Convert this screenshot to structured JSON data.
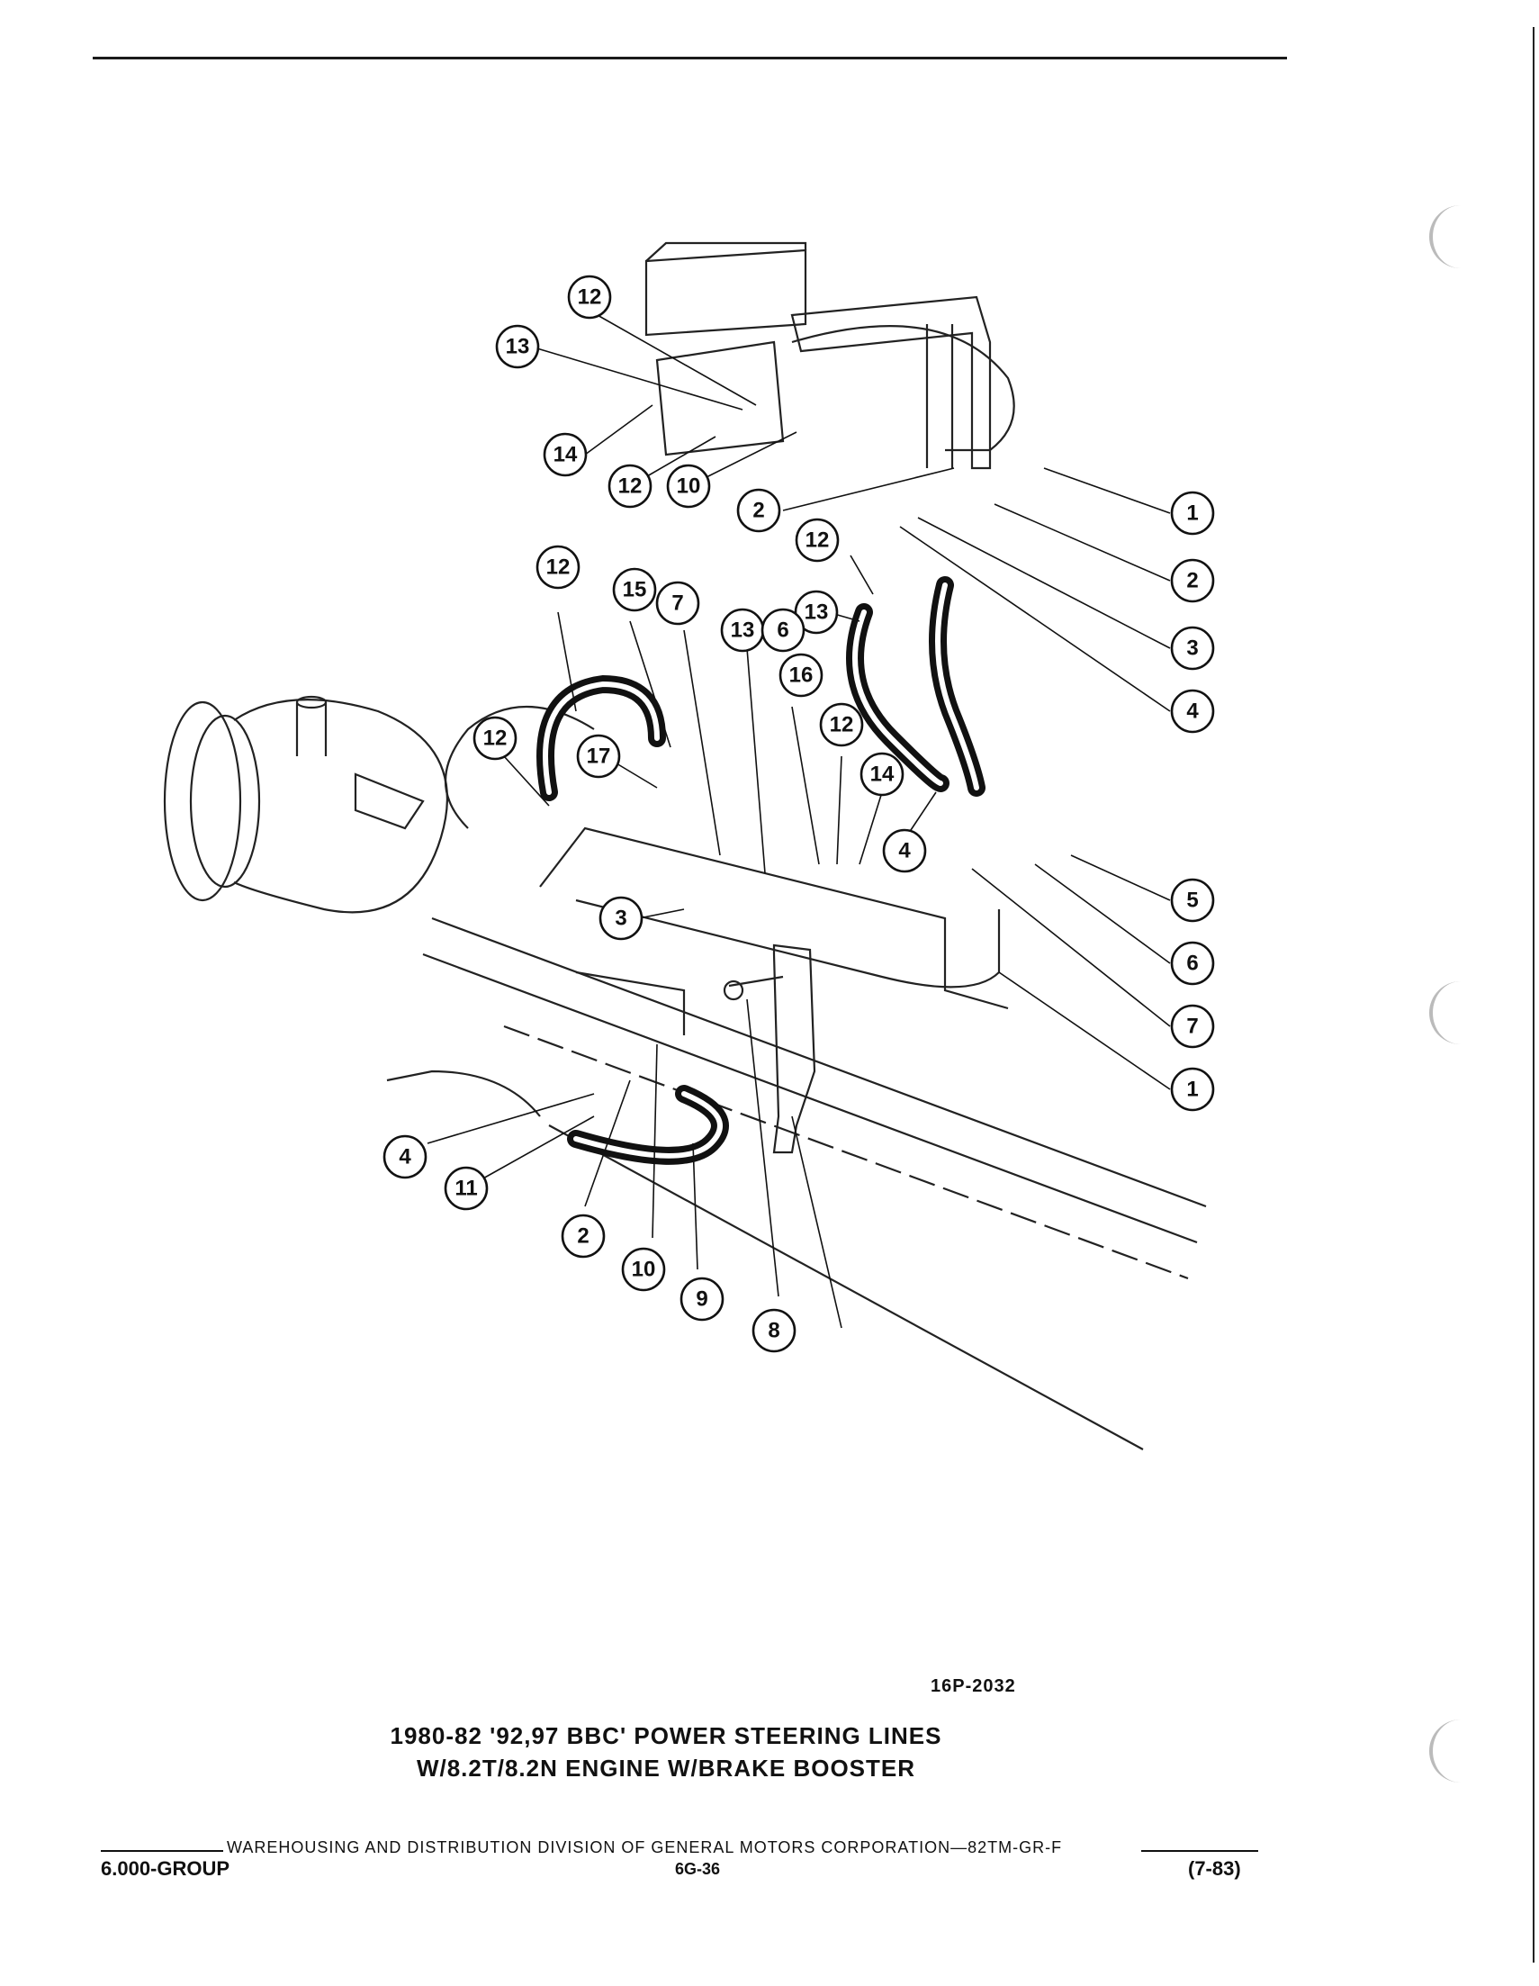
{
  "diagram": {
    "figure_id": "16P-2032",
    "caption_line1": "1980-82 '92,97 BBC' POWER STEERING LINES",
    "caption_line2": "W/8.2T/8.2N ENGINE W/BRAKE BOOSTER"
  },
  "callouts": [
    "12",
    "13",
    "14",
    "12",
    "10",
    "2",
    "1",
    "2",
    "3",
    "4",
    "12",
    "13",
    "12",
    "15",
    "7",
    "13",
    "6",
    "16",
    "12",
    "14",
    "17",
    "12",
    "4",
    "5",
    "6",
    "7",
    "1",
    "3",
    "4",
    "11",
    "2",
    "10",
    "9",
    "8"
  ],
  "footer": {
    "corporation": "WAREHOUSING AND DISTRIBUTION DIVISION OF GENERAL MOTORS CORPORATION—82TM-GR-F",
    "group": "6.000-GROUP",
    "page": "6G-36",
    "date": "(7-83)"
  }
}
